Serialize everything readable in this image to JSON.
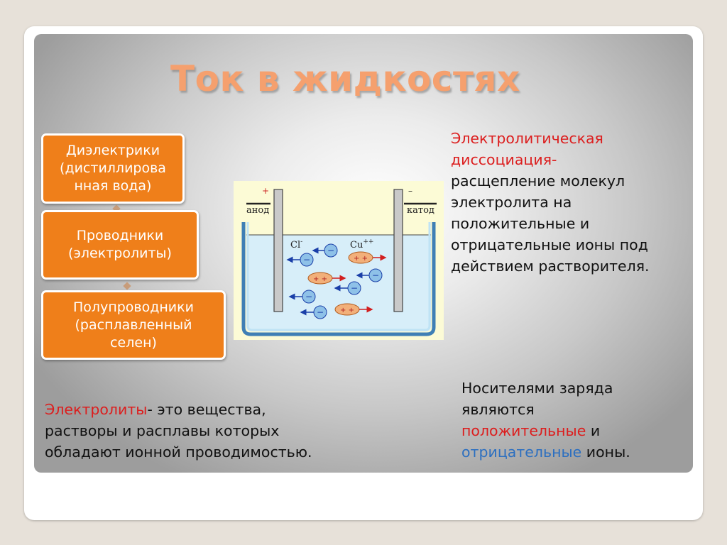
{
  "slide": {
    "title": "Ток в жидкостях",
    "boxes": [
      {
        "lines": [
          "Диэлектрики",
          "(дистиллирова",
          "нная вода)"
        ]
      },
      {
        "lines": [
          "Проводники",
          "(электролиты)"
        ]
      },
      {
        "lines": [
          "Полупроводники",
          "(расплавленный",
          "селен)"
        ]
      }
    ],
    "diagram": {
      "anode_sign": "+",
      "anode_label": "анод",
      "cathode_sign": "–",
      "cathode_label": "катод",
      "anion_label": "Cl",
      "anion_sup": "-",
      "cation_label": "Cu",
      "cation_sup": "++",
      "anion_symbol": "−",
      "cation_symbol": "+ +"
    },
    "dissociation": {
      "term": "Электролитическая диссоциация-",
      "term_line1": "Электролитическая",
      "term_line2": "диссоциация-",
      "definition_lines": [
        "расщепление молекул",
        "электролита на",
        "положительные и",
        "отрицательные ионы под",
        "действием растворителя."
      ]
    },
    "electrolytes": {
      "term": "Электролиты",
      "line1_rest": "- это вещества,",
      "line2": "растворы и расплавы которых",
      "line3": "обладают ионной проводимостью."
    },
    "carriers": {
      "line1": "Носителями заряда",
      "line2": "являются",
      "positive": "положительные",
      "and": " и",
      "negative": "отрицательные",
      "ions": " ионы."
    },
    "colors": {
      "accent_orange": "#ef7f1a",
      "title": "#f5a06e",
      "term_red": "#dc1e1e",
      "term_blue": "#2c6fc0",
      "anion_blue": "#6fa8dc",
      "cation_orange": "#f0a060"
    }
  }
}
